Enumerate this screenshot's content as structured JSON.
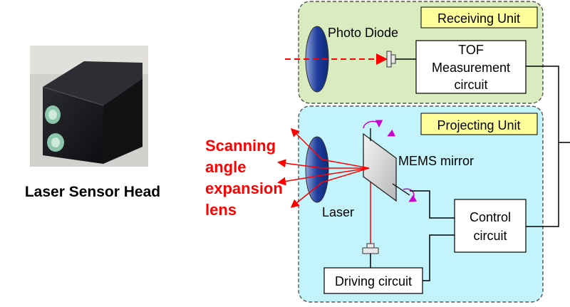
{
  "product": {
    "caption": "Laser Sensor Head"
  },
  "receiving_unit": {
    "title": "Receiving Unit",
    "photo_diode_label": "Photo Diode",
    "tof_lines": [
      "TOF",
      "Measurement",
      "circuit"
    ]
  },
  "projecting_unit": {
    "title": "Projecting Unit",
    "mems_label": "MEMS  mirror",
    "laser_label": "Laser",
    "control_lines": [
      "Control",
      "circuit"
    ],
    "driving_label": "Driving circuit"
  },
  "lens_annotation": {
    "lines": [
      "Scanning",
      "angle",
      "expansion",
      "lens"
    ]
  },
  "colors": {
    "receiving_bg": "#d8ecc0",
    "projecting_bg": "#c4f4fb",
    "title_box": "#ffff9c",
    "beam": "#ff0000",
    "rotation_arrow": "#cc00cc",
    "lens_blue": "#1f3e9c"
  }
}
